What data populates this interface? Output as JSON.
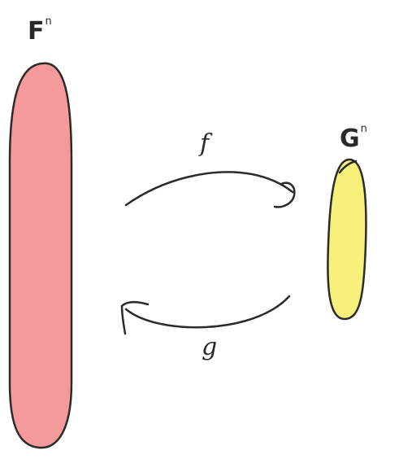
{
  "diagram": {
    "set_F": {
      "name": "F",
      "superscript": "n",
      "fill": "#f49a9a",
      "stroke": "#2b2b2b"
    },
    "set_G": {
      "name": "G",
      "superscript": "n",
      "fill": "#f7f07a",
      "stroke": "#2b2b2b"
    },
    "map_forward": {
      "label": "f",
      "from": "F",
      "to": "G",
      "stroke": "#2b2b2b"
    },
    "map_backward": {
      "label": "g",
      "from": "G",
      "to": "F",
      "stroke": "#2b2b2b"
    }
  }
}
